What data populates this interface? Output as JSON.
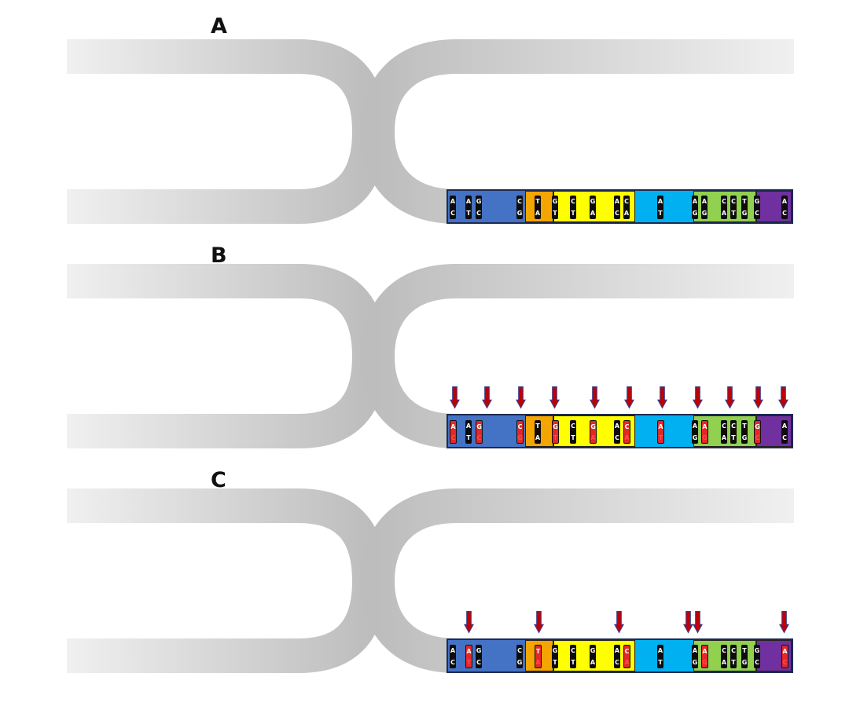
{
  "panels": [
    {
      "label": "A"
    },
    {
      "label": "B"
    },
    {
      "label": "C"
    }
  ],
  "colors": {
    "strand_dark": "#bdbdbd",
    "strand_light": "#f0f0f0",
    "exon_blue": "#4472c4",
    "orange": "#f4a500",
    "yellow": "#ffff00",
    "cyan": "#00b0f0",
    "green": "#92d050",
    "purple": "#7030a0",
    "arrow_red": "#c00000",
    "arrow_outline": "#3a3f8f"
  },
  "segments": [
    {
      "color": "#4472c4",
      "boxed": false
    },
    {
      "color": "#f4a500",
      "boxed": true
    },
    {
      "color": "#ffff00",
      "boxed": true
    },
    {
      "color": "#00b0f0",
      "boxed": false
    },
    {
      "color": "#92d050",
      "boxed": true
    },
    {
      "color": "#7030a0",
      "boxed": true
    }
  ],
  "base_pairs": [
    {
      "top": "A",
      "bottom": "C"
    },
    {
      "top": "A",
      "bottom": "T"
    },
    {
      "top": "G",
      "bottom": "C"
    },
    {
      "top": "C",
      "bottom": "G"
    },
    {
      "top": "T",
      "bottom": "A"
    },
    {
      "top": "G",
      "bottom": "T"
    },
    {
      "top": "C",
      "bottom": "T"
    },
    {
      "top": "G",
      "bottom": "A"
    },
    {
      "top": "A",
      "bottom": "C"
    },
    {
      "top": "C",
      "bottom": "A"
    },
    {
      "top": "A",
      "bottom": "T"
    },
    {
      "top": "A",
      "bottom": "G"
    },
    {
      "top": "A",
      "bottom": "G"
    },
    {
      "top": "C",
      "bottom": "A"
    },
    {
      "top": "C",
      "bottom": "T"
    },
    {
      "top": "T",
      "bottom": "G"
    },
    {
      "top": "G",
      "bottom": "C"
    },
    {
      "top": "A",
      "bottom": "C"
    }
  ],
  "mutated_pairs": {
    "A": [],
    "B": [
      0,
      2,
      3,
      5,
      7,
      9,
      10,
      12,
      16
    ],
    "C": [
      1,
      4,
      9,
      12,
      17
    ]
  },
  "mutation_arrows": {
    "A": 0,
    "B": 11,
    "C": 6
  }
}
